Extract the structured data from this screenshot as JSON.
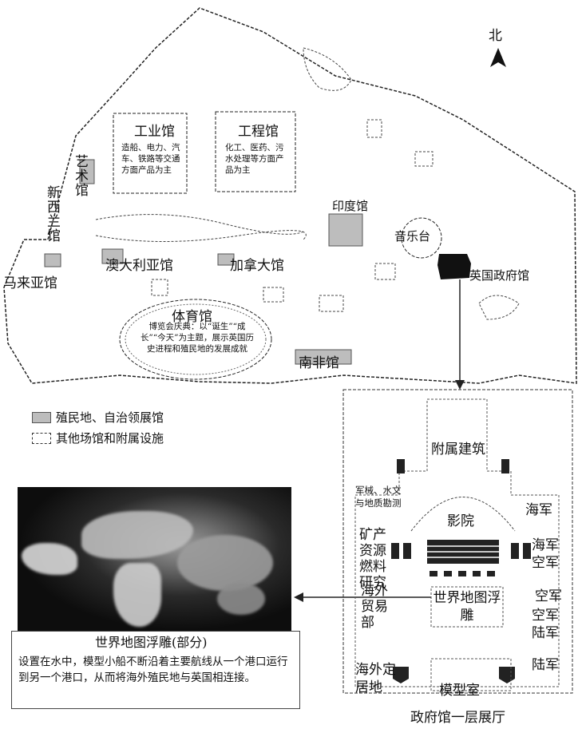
{
  "north": "北",
  "pavilions": {
    "industry": "工业馆",
    "industry_desc": "造船、电力、汽车、铁路等交通方面产品为主",
    "engineering": "工程馆",
    "engineering_desc": "化工、医药、污水处理等方面产品为主",
    "art": "艺术馆",
    "new_zealand": "新西兰馆",
    "malaya": "马来亚馆",
    "australia": "澳大利亚馆",
    "canada": "加拿大馆",
    "india": "印度馆",
    "bandstand": "音乐台",
    "uk_gov": "英国政府馆",
    "stadium": "体育馆",
    "stadium_desc": "博览会庆典：以“诞生”“成长”“今天”为主题，展示英国历史进程和殖民地的发展成就",
    "south_africa": "南非馆"
  },
  "legend": {
    "colony": "殖民地、自治领展馆",
    "other": "其他场馆和附属设施"
  },
  "floor": {
    "annex": "附属建筑",
    "cinema": "影院",
    "navy": "海军",
    "navy_air": "海军空军",
    "air": "空军",
    "air_army": "空军陆军",
    "army": "陆军",
    "machinery": "军械、水文与地质勘测",
    "minerals": "矿产资源燃料研究",
    "trade": "海外贸易部",
    "world_map": "世界地图浮雕",
    "settlement": "海外定居地",
    "model_room": "模型室",
    "title": "政府馆一层展厅"
  },
  "relief": {
    "title": "世界地图浮雕(部分)",
    "desc": "设置在水中，模型小船不断沿着主要航线从一个港口运行到另一个港口，从而将海外殖民地与英国相连接。"
  }
}
